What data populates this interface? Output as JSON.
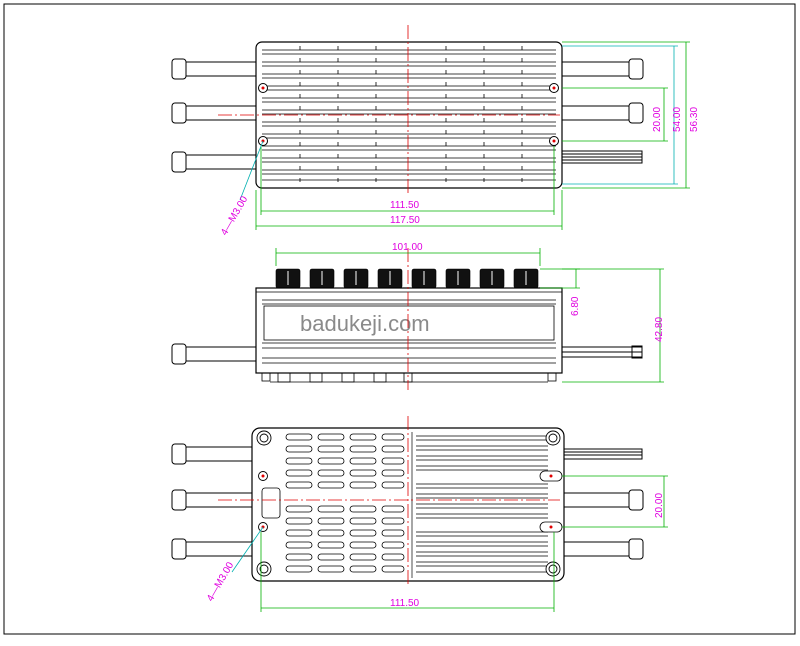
{
  "watermark": "badukeji.com",
  "colors": {
    "outline": "#000000",
    "dimension_line": "#00b000",
    "dimension_line_alt": "#00b0b0",
    "dimension_text": "#e000e0",
    "center_line": "#e00000",
    "hole": "#e00000",
    "leader": "#00b0b0"
  },
  "top_view": {
    "dims": {
      "inner_width": "111.50",
      "outer_width": "117.50",
      "pitch": "20.00",
      "inner_height": "54.00",
      "outer_height": "56.30"
    },
    "hole_note": "4—M3.00"
  },
  "side_view": {
    "dims": {
      "fin_width": "101.00",
      "fin_height": "6.80",
      "total_height": "42.80"
    }
  },
  "bottom_view": {
    "dims": {
      "inner_width": "111.50",
      "pitch": "20.00"
    },
    "hole_note": "4—M3.00"
  }
}
